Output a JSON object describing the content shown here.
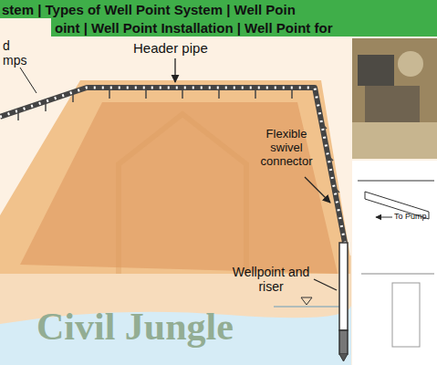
{
  "diagram": {
    "labels": [
      "stem | Types of Well Point System | Well Poin",
      "oint | Well Point Installation | Well Point for",
      "d",
      "mps",
      "Header pipe",
      "Flexible swivel connector",
      "Wellpoint and riser",
      "To Pump",
      "Civil Jungle"
    ]
  }
}
